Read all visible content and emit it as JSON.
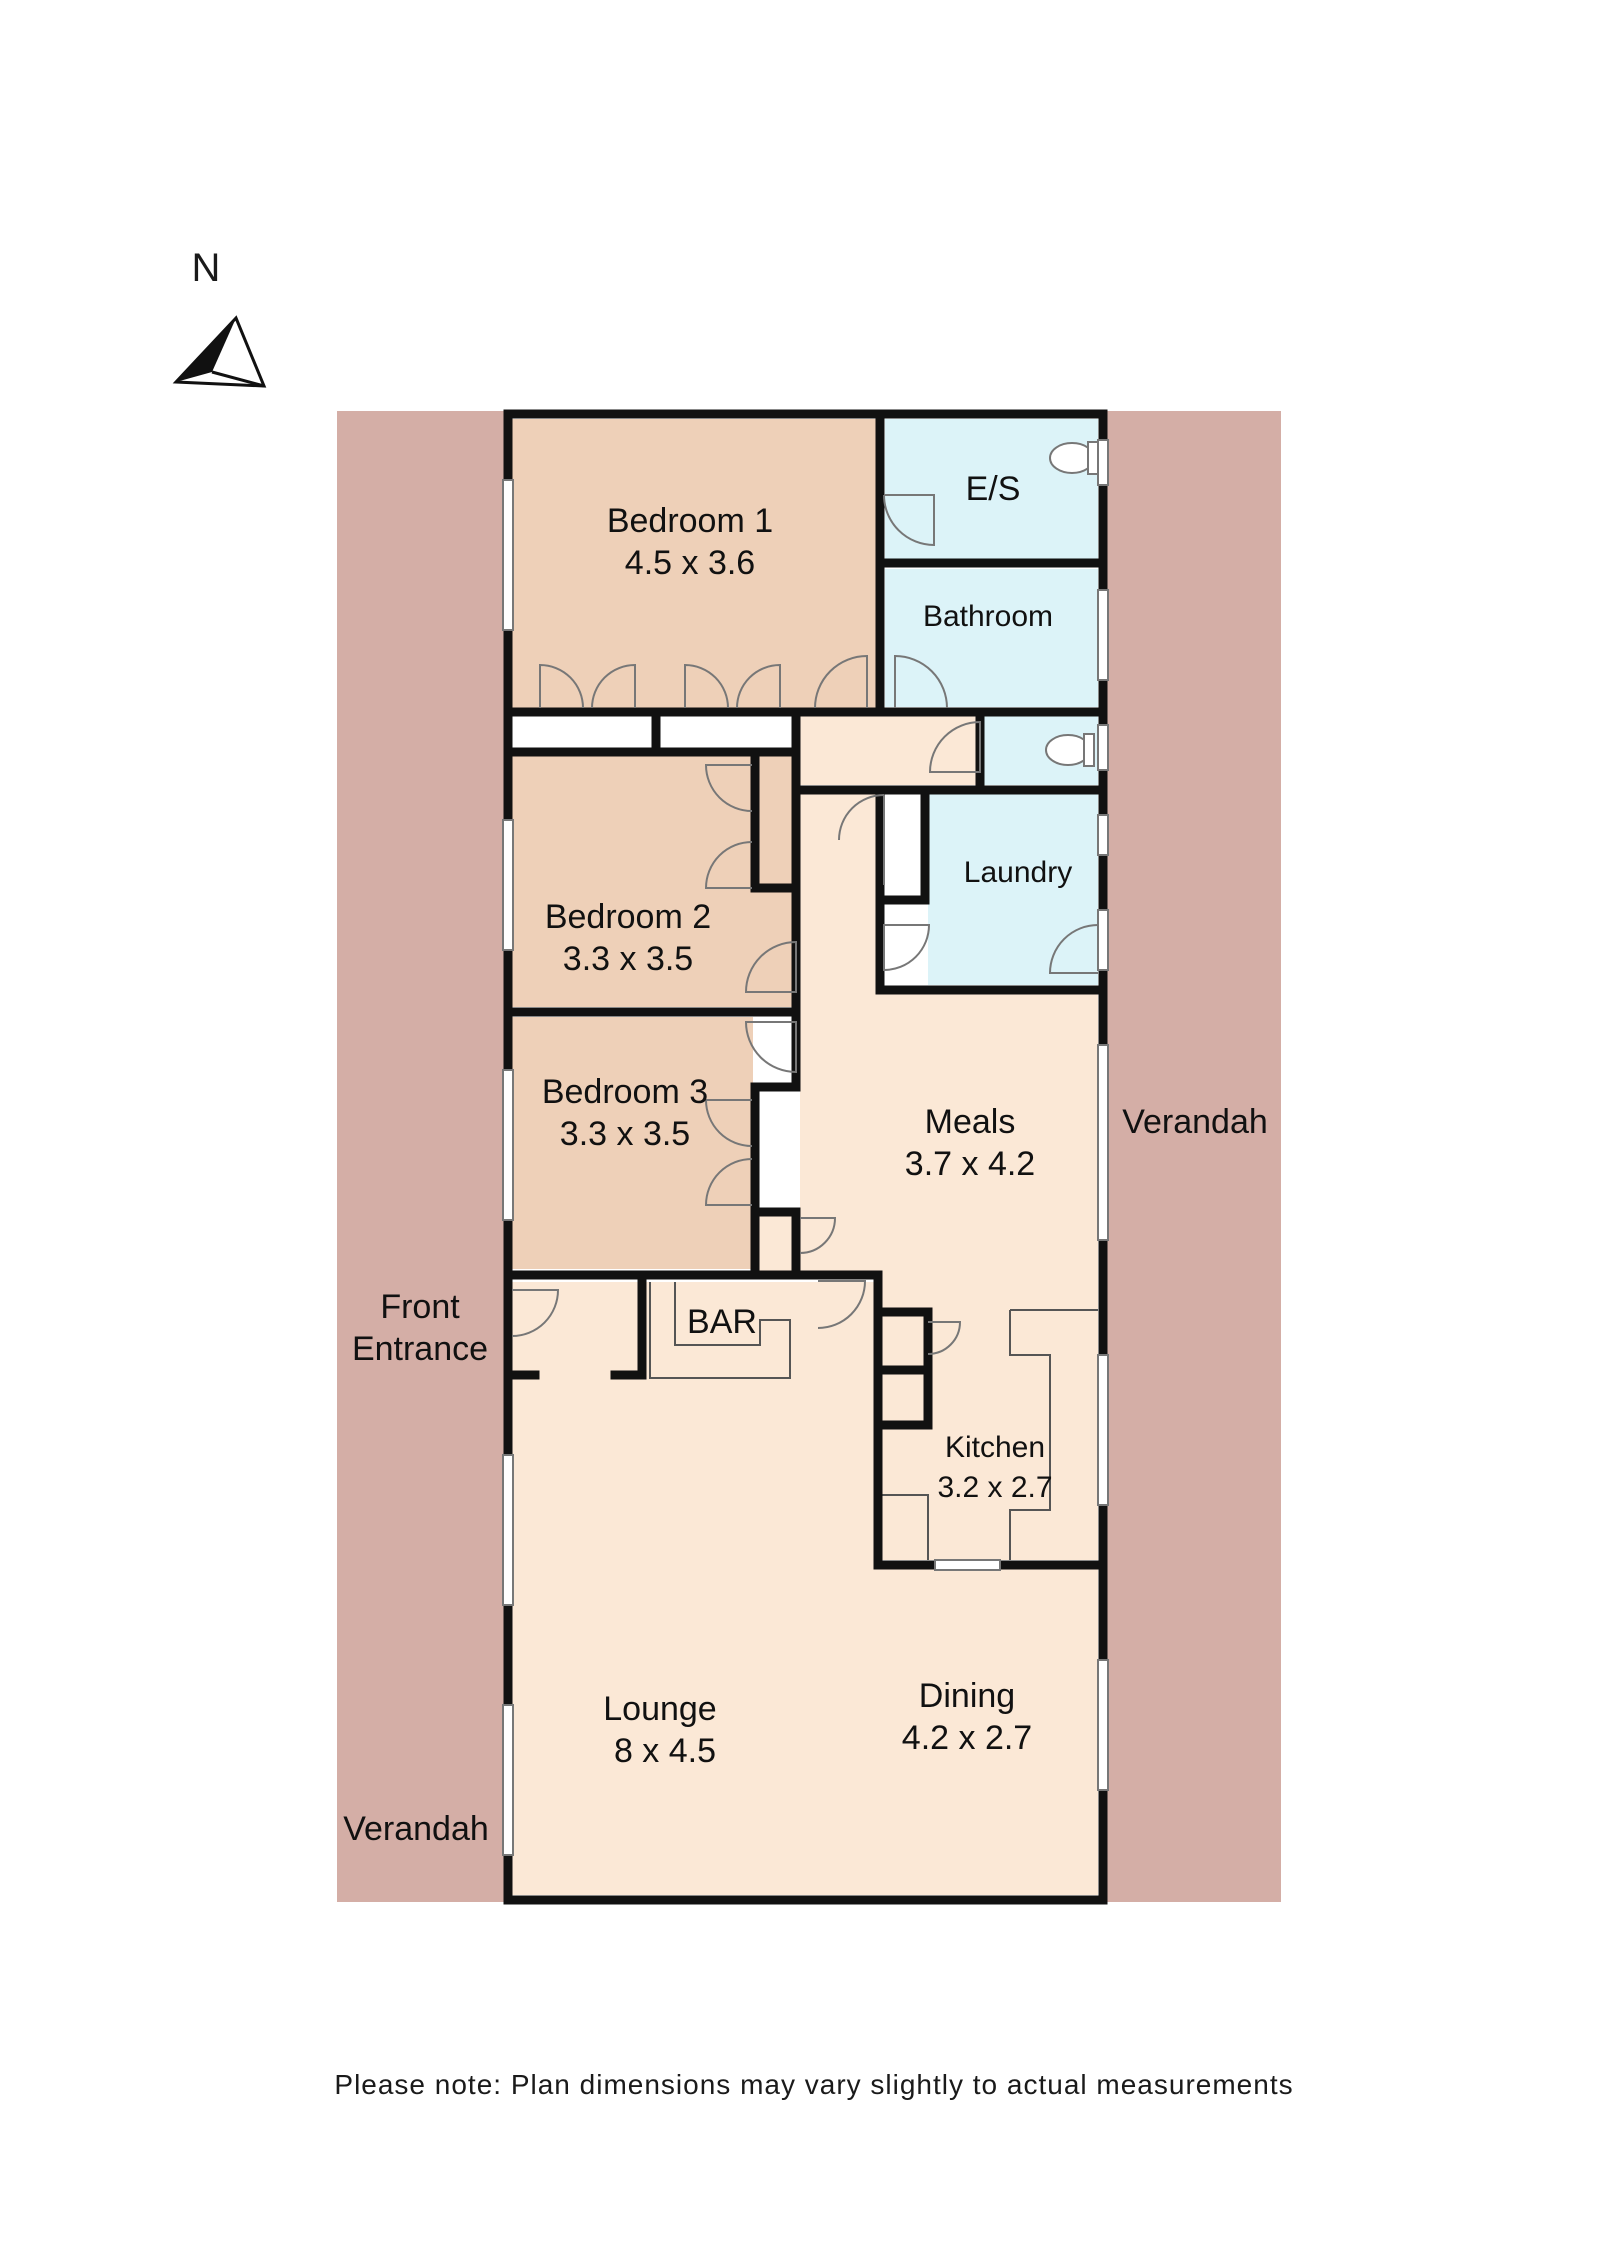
{
  "compass": {
    "letter": "N",
    "icon": "compass-arrow-icon"
  },
  "rooms": {
    "bedroom1": {
      "name": "Bedroom 1",
      "size": "4.5 x 3.6"
    },
    "ensuite": {
      "name": "E/S"
    },
    "bathroom": {
      "name": "Bathroom"
    },
    "laundry": {
      "name": "Laundry"
    },
    "bedroom2": {
      "name": "Bedroom 2",
      "size": "3.3 x 3.5"
    },
    "bedroom3": {
      "name": "Bedroom 3",
      "size": "3.3 x 3.5"
    },
    "meals": {
      "name": "Meals",
      "size": "3.7 x 4.2"
    },
    "bar": {
      "name": "BAR"
    },
    "kitchen": {
      "name": "Kitchen",
      "size": "3.2 x 2.7"
    },
    "lounge": {
      "name": "Lounge",
      "size": "8 x 4.5"
    },
    "dining": {
      "name": "Dining",
      "size": "4.2 x 2.7"
    }
  },
  "outside": {
    "verandah_east": "Verandah",
    "verandah_west": "Verandah",
    "front_entrance_line1": "Front",
    "front_entrance_line2": "Entrance"
  },
  "colors": {
    "verandah": "#d4aea6",
    "bedroom": "#eed0b8",
    "wet_area": "#dcf3f8",
    "living": "#fbe8d6",
    "wall": "#111111"
  },
  "disclaimer": "Please note: Plan dimensions may vary slightly to actual measurements"
}
